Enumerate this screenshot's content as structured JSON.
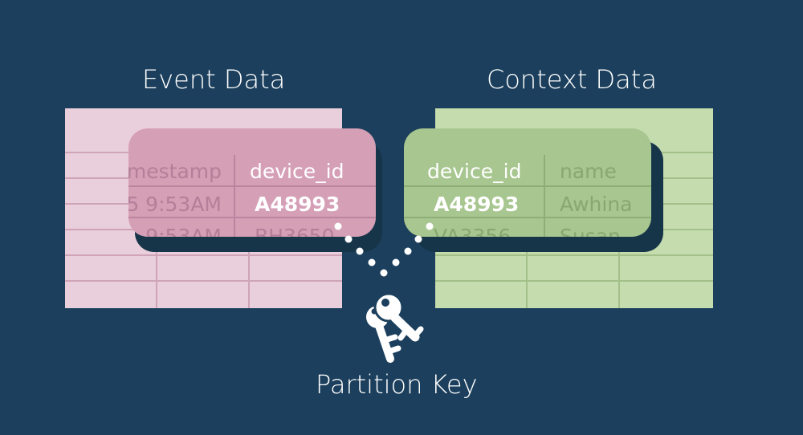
{
  "event": {
    "title": "Event Data",
    "columns": [
      "timestamp",
      "device_id"
    ],
    "rows": [
      [
        "5 9:53AM",
        "A48993"
      ],
      [
        "9:53AM",
        "BH3650"
      ]
    ]
  },
  "context": {
    "title": "Context Data",
    "columns": [
      "device_id",
      "name"
    ],
    "rows": [
      [
        "A48993",
        "Awhina"
      ],
      [
        "VA3356",
        "Susan"
      ]
    ]
  },
  "partition": {
    "label": "Partition Key",
    "icon": "keys-icon"
  },
  "colors": {
    "background": "#1b3f5c",
    "event_table": "#e9cedc",
    "event_card": "#d59fb6",
    "context_table": "#c4dcae",
    "context_card": "#a8c68f",
    "dots": "#ffffff"
  }
}
